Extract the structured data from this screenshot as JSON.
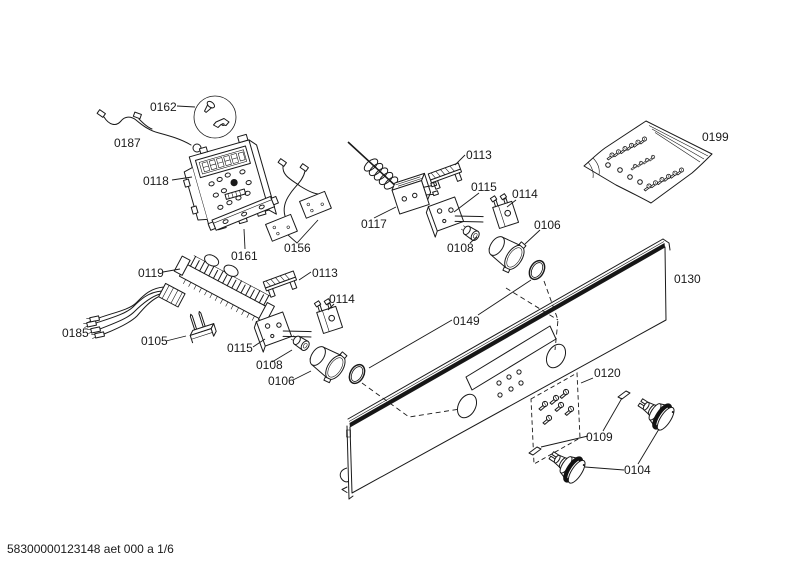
{
  "document": {
    "footer": "58300000123148 aet 000 a 1/6",
    "page_background": "#ffffff",
    "ink_color": "#1a1a1a",
    "knob_band_color": "#111111"
  },
  "labels": {
    "0104": "0104",
    "0105": "0105",
    "0106": "0106",
    "0108": "0108",
    "0109": "0109",
    "0113": "0113",
    "0114": "0114",
    "0115": "0115",
    "0117": "0117",
    "0118": "0118",
    "0119": "0119",
    "0120": "0120",
    "0130": "0130",
    "0149": "0149",
    "0156": "0156",
    "0161": "0161",
    "0162": "0162",
    "0185": "0185",
    "0187": "0187",
    "0199": "0199"
  }
}
